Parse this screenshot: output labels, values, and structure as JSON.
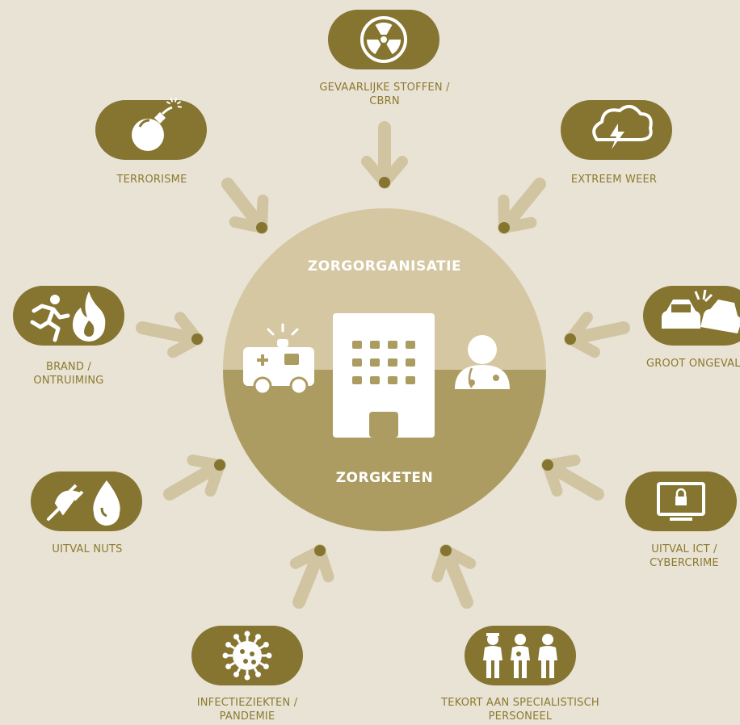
{
  "center": {
    "top_label": "ZORGORGANISATIE",
    "bottom_label": "ZORGKETEN",
    "icons": [
      "ambulance-icon",
      "hospital-building-icon",
      "doctor-icon"
    ]
  },
  "risks": [
    {
      "id": "gevaarlijke-stoffen",
      "line1": "GEVAARLIJKE STOFFEN /",
      "line2": "CBRN",
      "icons": [
        "radiation-icon"
      ]
    },
    {
      "id": "extreem-weer",
      "line1": "EXTREEM WEER",
      "line2": "",
      "icons": [
        "storm-cloud-icon"
      ]
    },
    {
      "id": "groot-ongeval",
      "line1": "GROOT ONGEVAL",
      "line2": "",
      "icons": [
        "car-crash-icon"
      ]
    },
    {
      "id": "uitval-ict",
      "line1": "UITVAL ICT /",
      "line2": "CYBERCRIME",
      "icons": [
        "computer-lock-icon"
      ]
    },
    {
      "id": "tekort-personeel",
      "line1": "TEKORT AAN SPECIALISTISCH",
      "line2": "PERSONEEL",
      "icons": [
        "nurse-icon",
        "doctor-icon",
        "firefighter-icon"
      ]
    },
    {
      "id": "infectieziekten",
      "line1": "INFECTIEZIEKTEN /",
      "line2": "PANDEMIE",
      "icons": [
        "virus-icon"
      ]
    },
    {
      "id": "uitval-nuts",
      "line1": "UITVAL NUTS",
      "line2": "",
      "icons": [
        "plug-icon",
        "water-drop-icon"
      ]
    },
    {
      "id": "brand",
      "line1": "BRAND /",
      "line2": "ONTRUIMING",
      "icons": [
        "running-person-icon",
        "flame-icon"
      ]
    },
    {
      "id": "terrorisme",
      "line1": "TERRORISME",
      "line2": "",
      "icons": [
        "bomb-icon"
      ]
    }
  ],
  "colors": {
    "background": "#e9e3d6",
    "pill": "#857530",
    "label": "#8c7a2d",
    "circle_top": "#d4c7a2",
    "circle_bottom": "#ad9c62",
    "arrow": "#d1c5a1",
    "arrow_tip": "#857530"
  }
}
